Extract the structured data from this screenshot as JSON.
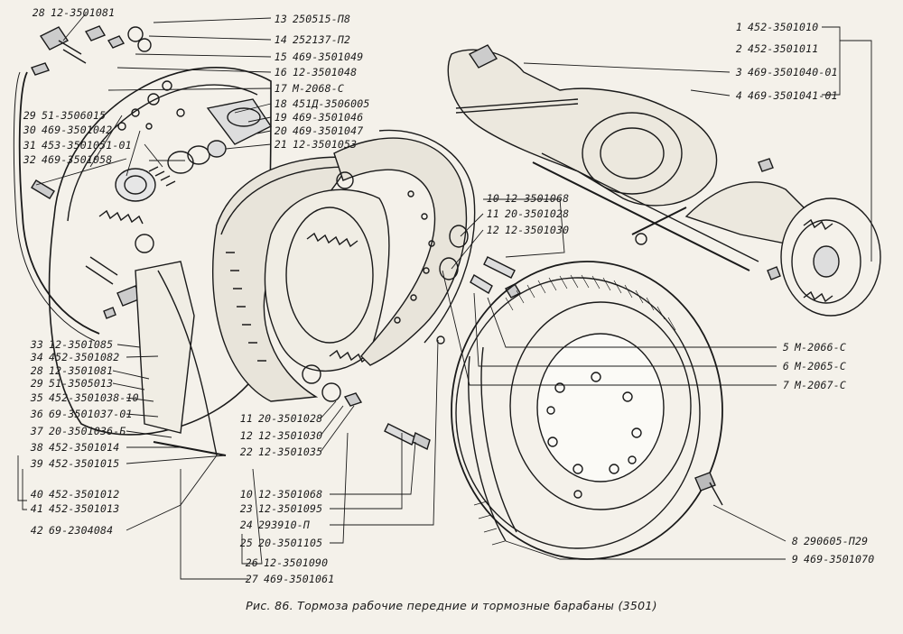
{
  "caption": "Рис. 86. Тормоза рабочие передние и тормозные барабаны (3501)",
  "callouts": {
    "c13": {
      "num": "13",
      "code": "250515-П8"
    },
    "c14": {
      "num": "14",
      "code": "252137-П2"
    },
    "c15": {
      "num": "15",
      "code": "469-3501049"
    },
    "c16": {
      "num": "16",
      "code": "12-3501048"
    },
    "c17": {
      "num": "17",
      "code": "М-2068-С"
    },
    "c18": {
      "num": "18",
      "code": "451Д-3506005"
    },
    "c19": {
      "num": "19",
      "code": "469-3501046"
    },
    "c20": {
      "num": "20",
      "code": "469-3501047"
    },
    "c21": {
      "num": "21",
      "code": "12-3501053"
    },
    "c28a": {
      "num": "28",
      "code": "12-3501081"
    },
    "c29a": {
      "num": "29",
      "code": "51-3506015"
    },
    "c30": {
      "num": "30",
      "code": "469-3501042"
    },
    "c31": {
      "num": "31",
      "code": "453-3501051-01"
    },
    "c32": {
      "num": "32",
      "code": "469-3501058"
    },
    "c1": {
      "num": "1",
      "code": "452-3501010"
    },
    "c2": {
      "num": "2",
      "code": "452-3501011"
    },
    "c3": {
      "num": "3",
      "code": "469-3501040-01"
    },
    "c4": {
      "num": "4",
      "code": "469-3501041-01"
    },
    "c10a": {
      "num": "10",
      "code": "12-3501068"
    },
    "c11a": {
      "num": "11",
      "code": "20-3501028"
    },
    "c12a": {
      "num": "12",
      "code": "12-3501030"
    },
    "c5": {
      "num": "5",
      "code": "М-2066-С"
    },
    "c6": {
      "num": "6",
      "code": "М-2065-С"
    },
    "c7": {
      "num": "7",
      "code": "М-2067-С"
    },
    "c8": {
      "num": "8",
      "code": "290605-П29"
    },
    "c9": {
      "num": "9",
      "code": "469-3501070"
    },
    "c33": {
      "num": "33",
      "code": "12-3501085"
    },
    "c34": {
      "num": "34",
      "code": "452-3501082"
    },
    "c28b": {
      "num": "28",
      "code": "12-3501081"
    },
    "c29b": {
      "num": "29",
      "code": "51-3505013"
    },
    "c35": {
      "num": "35",
      "code": "452-3501038-10"
    },
    "c36": {
      "num": "36",
      "code": "69-3501037-01"
    },
    "c37": {
      "num": "37",
      "code": "20-3501036-Б"
    },
    "c38": {
      "num": "38",
      "code": "452-3501014"
    },
    "c39": {
      "num": "39",
      "code": "452-3501015"
    },
    "c40": {
      "num": "40",
      "code": "452-3501012"
    },
    "c41": {
      "num": "41",
      "code": "452-3501013"
    },
    "c42": {
      "num": "42",
      "code": "69-2304084"
    },
    "c11b": {
      "num": "11",
      "code": "20-3501028"
    },
    "c12b": {
      "num": "12",
      "code": "12-3501030"
    },
    "c22": {
      "num": "22",
      "code": "12-3501035"
    },
    "c10b": {
      "num": "10",
      "code": "12-3501068"
    },
    "c23": {
      "num": "23",
      "code": "12-3501095"
    },
    "c24": {
      "num": "24",
      "code": "293910-П"
    },
    "c25": {
      "num": "25",
      "code": "20-3501105"
    },
    "c26": {
      "num": "26",
      "code": "12-3501090"
    },
    "c27": {
      "num": "27",
      "code": "469-3501061"
    }
  }
}
